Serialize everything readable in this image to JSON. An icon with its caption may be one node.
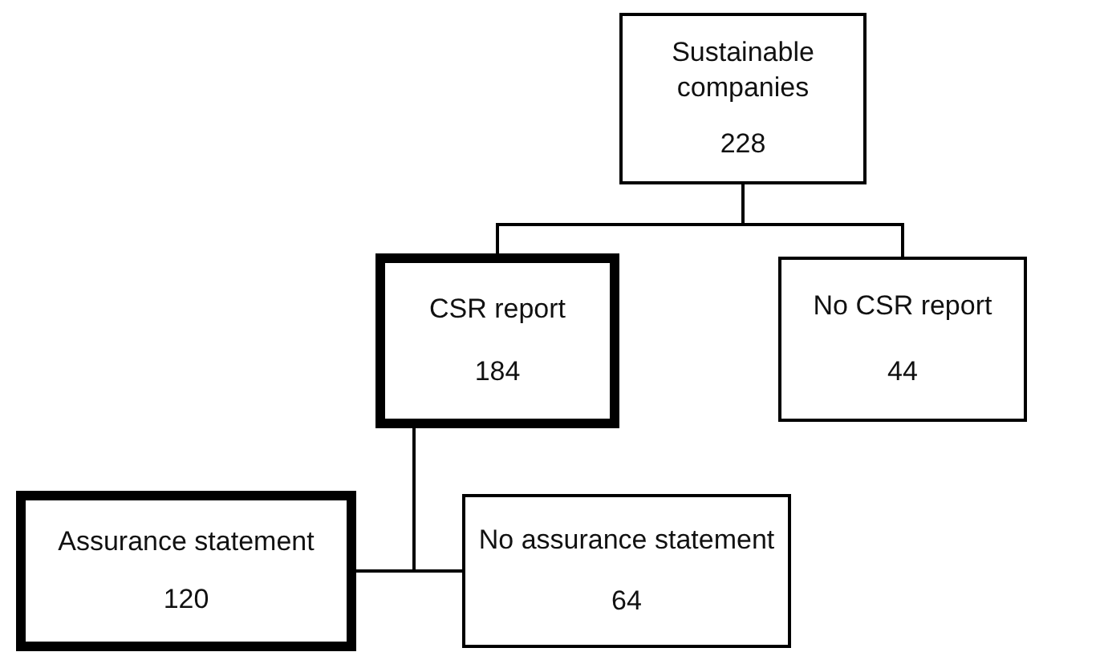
{
  "diagram": {
    "nodes": [
      {
        "text": [
          "Sustainable companies",
          "228"
        ]
      },
      {
        "text": [
          "CSR report",
          "184"
        ]
      },
      {
        "text": [
          "No CSR report",
          "44"
        ]
      },
      {
        "text": [
          "Assurance statement",
          "120"
        ]
      },
      {
        "text": [
          "No assurance statement",
          "64"
        ]
      }
    ],
    "edges": [
      {
        "from": 0,
        "to": 1,
        "arrow": "none"
      },
      {
        "from": 0,
        "to": 2,
        "arrow": "none"
      },
      {
        "from": 1,
        "to": 3,
        "arrow": "none"
      },
      {
        "from": 1,
        "to": 4,
        "arrow": "none"
      }
    ]
  }
}
